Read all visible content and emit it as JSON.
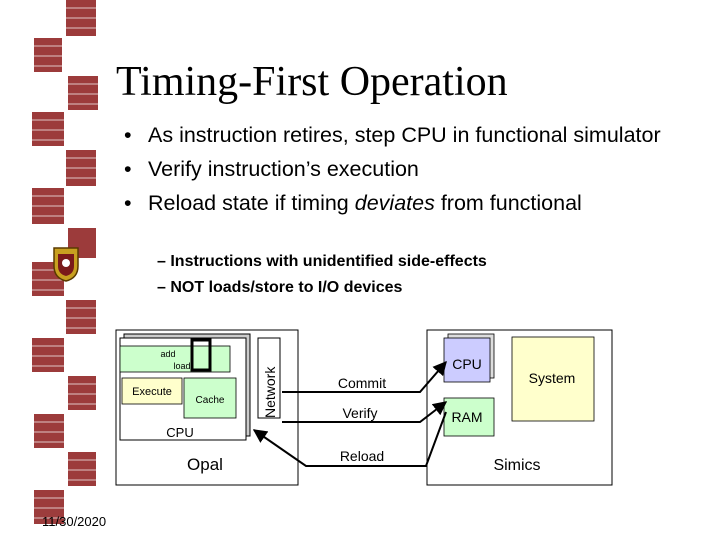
{
  "slide": {
    "title": "Timing-First Operation",
    "bullets": [
      {
        "text": "As instruction retires, step CPU in functional simulator"
      },
      {
        "text": "Verify instruction’s execution"
      },
      {
        "pre": "Reload state if timing ",
        "em": "deviates",
        "post": " from functional"
      }
    ],
    "sub_bullets": [
      "Instructions with unidentified side-effects",
      "NOT loads/store to I/O devices"
    ],
    "date": "11/30/2020"
  },
  "diagram": {
    "opal": {
      "label": "Opal",
      "cpu_label": "CPU",
      "network_label": "Network",
      "execute_label": "Execute",
      "cache_label": "Cache",
      "add_label": "add",
      "load_label": "load"
    },
    "arrows": {
      "commit": "Commit",
      "verify": "Verify",
      "reload": "Reload"
    },
    "simics": {
      "label": "Simics",
      "cpu_label": "CPU",
      "ram_label": "RAM",
      "system_label": "System"
    }
  },
  "colors": {
    "green_box": "#CCFFCC",
    "yellow_box": "#FFFFCC",
    "blue_box": "#CCCCFF",
    "sidebar_red": "#B03030"
  }
}
